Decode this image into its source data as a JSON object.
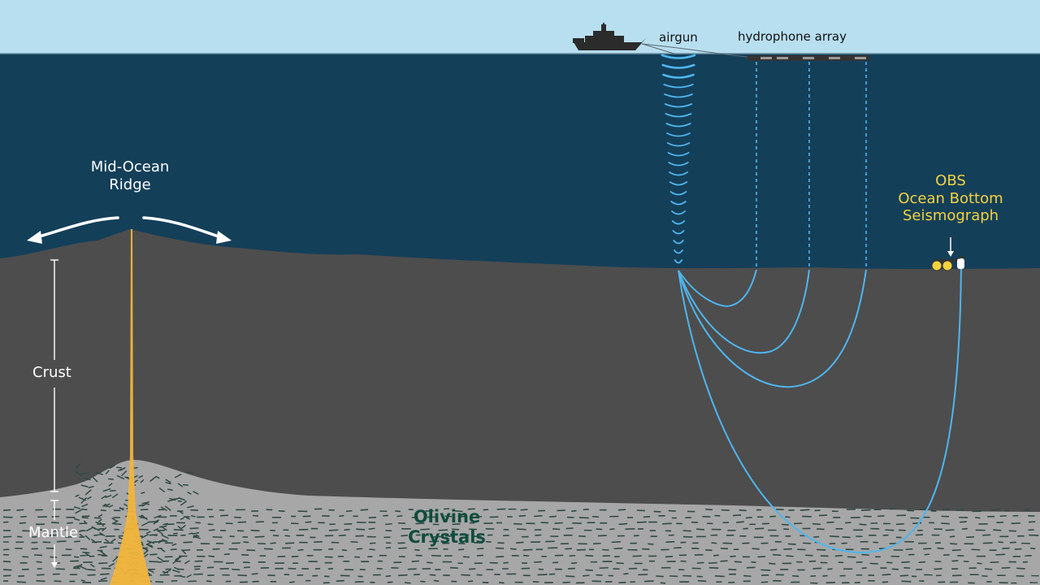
{
  "labels": {
    "airgun": "airgun",
    "hydrophone_array": "hydrophone array",
    "mid_ocean_ridge": [
      "Mid-Ocean",
      "Ridge"
    ],
    "obs": [
      "OBS",
      "Ocean Bottom",
      "Seismograph"
    ],
    "crust": "Crust",
    "mantle": "Mantle",
    "olivine": [
      "Olivine",
      "Crystals"
    ]
  },
  "colors": {
    "sky": "#b8dff0",
    "ocean": "#143f59",
    "crust": "#4d4d4d",
    "mantle": "#a7a7a7",
    "magma": "#f1b43a",
    "ray": "#4fb5ee",
    "obs_label": "#f3d23f",
    "olivine_label": "#0f4c3d",
    "ship": "#2b2b2b"
  },
  "icons": {
    "ship": "research-vessel-icon",
    "obs_device": "seismograph-device-icon",
    "arrows": "spreading-arrow-icon"
  }
}
